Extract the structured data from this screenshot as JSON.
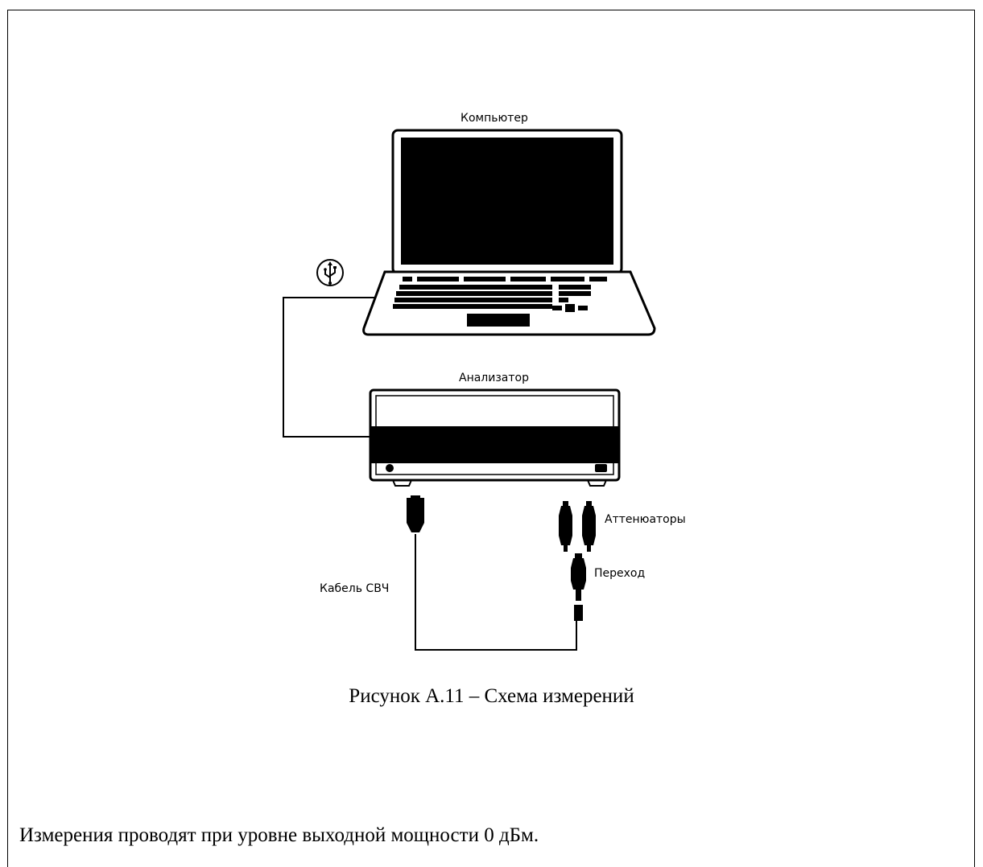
{
  "labels": {
    "computer": "Компьютер",
    "analyzer": "Анализатор",
    "attenuators": "Аттенюаторы",
    "adapter": "Переход",
    "cable": "Кабель СВЧ"
  },
  "caption": "Рисунок А.11 – Схема измерений",
  "body_text": "Измерения проводят при уровне выходной мощности 0 дБм.",
  "icons": {
    "usb": "usb-icon"
  },
  "colors": {
    "ink": "#000000",
    "paper": "#ffffff"
  }
}
